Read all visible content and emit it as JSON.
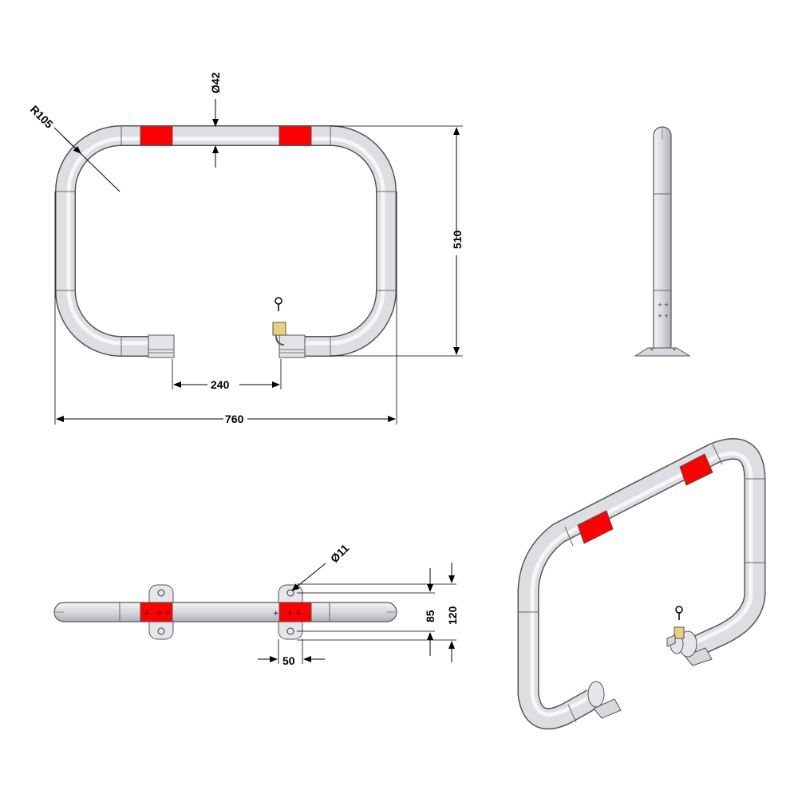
{
  "dimensions": {
    "radius": "R105",
    "diameter_tube": "Ø42",
    "height": "510",
    "gap": "240",
    "width": "760",
    "hole_diameter": "Ø11",
    "hole_spacing": "85",
    "plate_length": "120",
    "plate_width": "50"
  },
  "colors": {
    "tube_fill": "#d9dbe0",
    "tube_edge": "#555555",
    "band": "#ff0000",
    "padlock": "#e6d27a"
  }
}
